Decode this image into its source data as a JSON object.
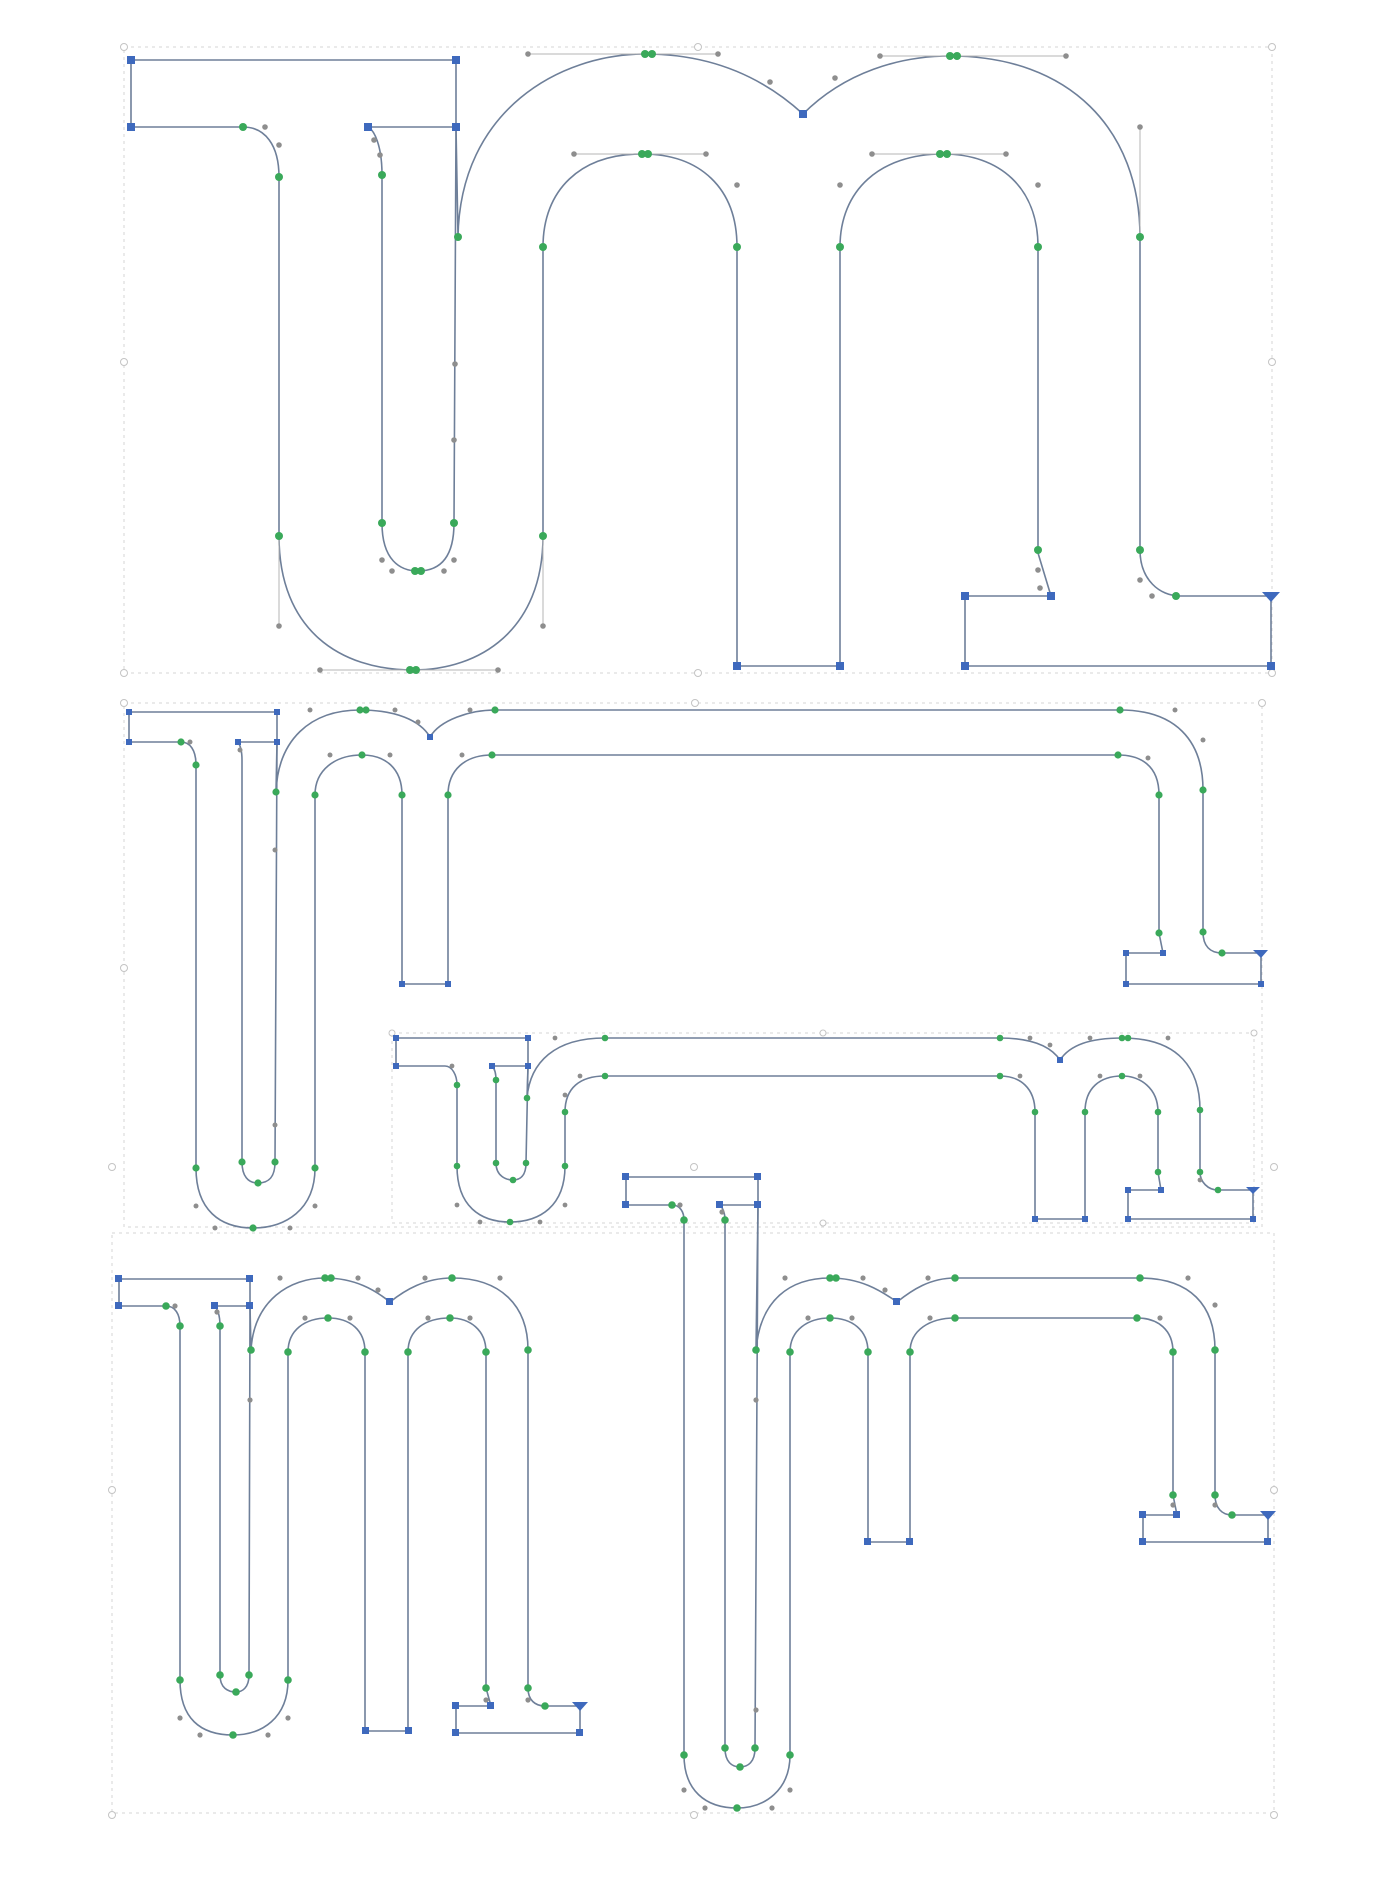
{
  "colors": {
    "outline": "#6e7f99",
    "corner_point": "#3e69bd",
    "smooth_point": "#3aa95a",
    "handle": "#8e8e8e",
    "bounding_box": "#d6d6d6",
    "background": "#ffffff"
  },
  "glyph_groups": [
    {
      "name": "glyph-large-um"
    },
    {
      "name": "glyph-wide-um"
    },
    {
      "name": "glyph-medium-um"
    },
    {
      "name": "glyph-bottom-um"
    },
    {
      "name": "glyph-tall-narrow-um"
    }
  ]
}
